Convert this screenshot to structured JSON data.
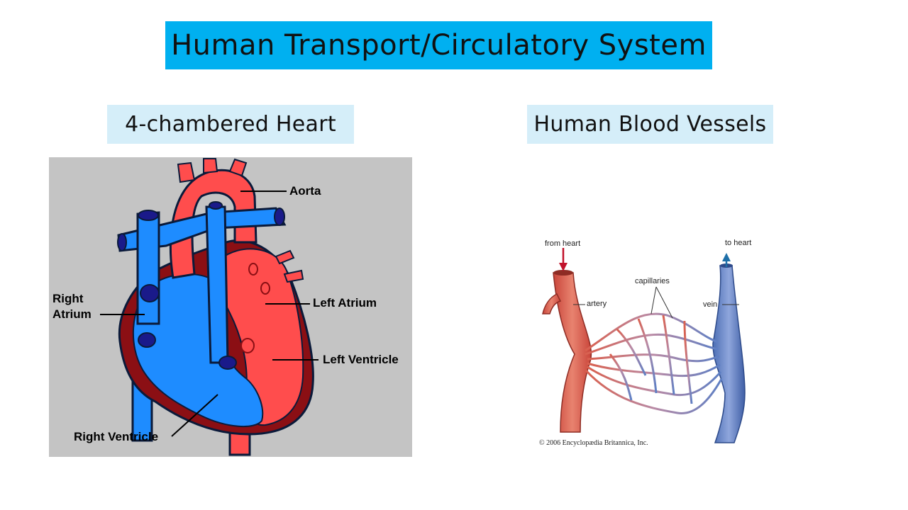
{
  "slide": {
    "title": "Human Transport/Circulatory System",
    "heart_heading": "4-chambered Heart",
    "vessels_heading": "Human Blood Vessels"
  },
  "heart": {
    "labels": {
      "aorta": "Aorta",
      "right_atrium_line1": "Right",
      "right_atrium_line2": "Atrium",
      "left_atrium": "Left Atrium",
      "left_ventricle": "Left Ventricle",
      "right_ventricle": "Right Ventricle"
    },
    "colors": {
      "oxygenated": "#ff4d4d",
      "deoxygenated": "#1e8cff",
      "wall": "#8b0f14",
      "background": "#c4c4c4"
    }
  },
  "vessels": {
    "labels": {
      "from_heart": "from heart",
      "to_heart": "to heart",
      "capillaries": "capillaries",
      "artery": "artery",
      "vein": "vein"
    },
    "copyright": "© 2006 Encyclopædia Britannica, Inc."
  }
}
